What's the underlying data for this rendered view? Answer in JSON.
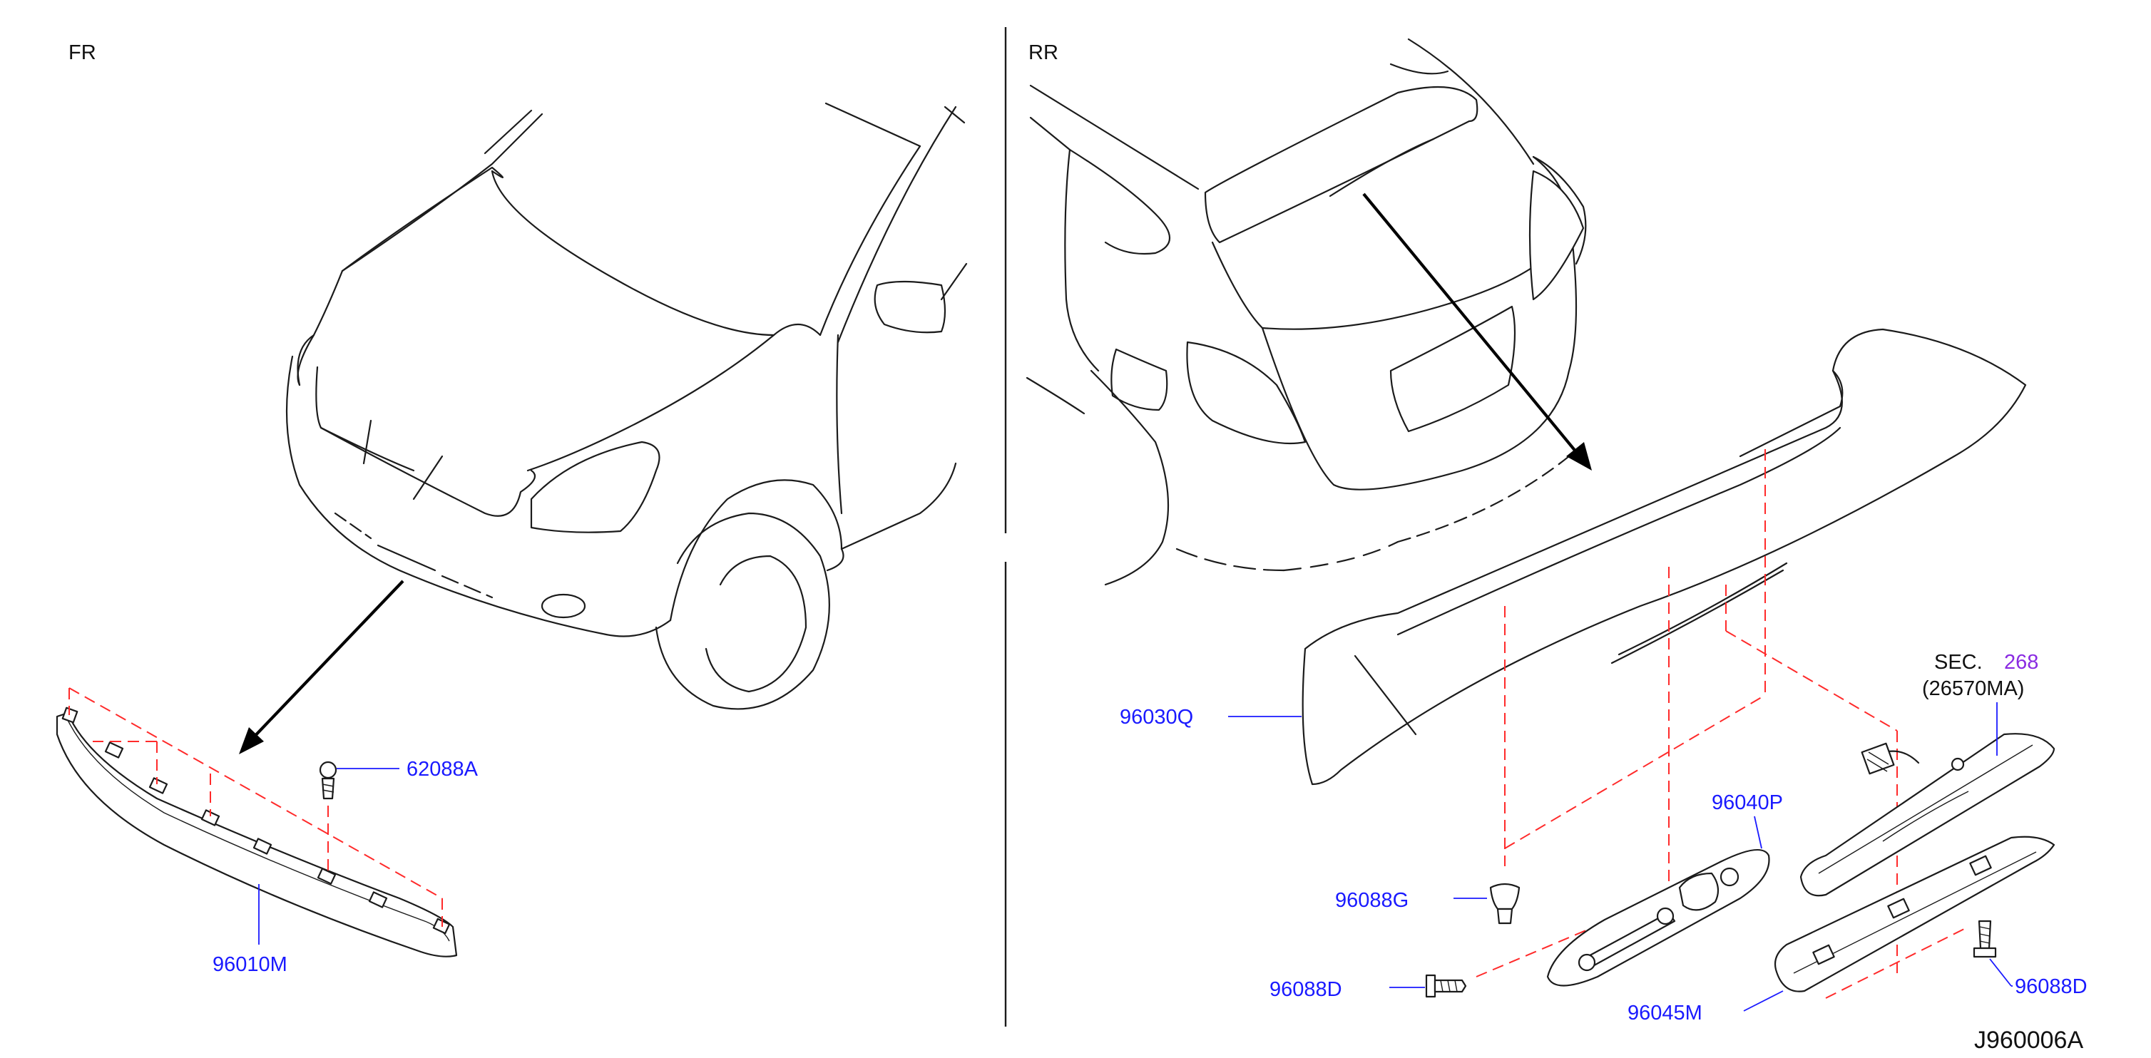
{
  "panels": {
    "front": "FR",
    "rear": "RR"
  },
  "parts": {
    "p96010M": "96010M",
    "p62088A": "62088A",
    "p96030Q": "96030Q",
    "p96040P": "96040P",
    "p96088G": "96088G",
    "p96088D_left": "96088D",
    "p96045M": "96045M",
    "p96088D_right": "96088D"
  },
  "section_ref": {
    "prefix": "SEC.",
    "number": "268",
    "sub": "(26570MA)"
  },
  "diagram_id": "J960006A",
  "colors": {
    "callout": "#1a1aff",
    "dashed_guide": "#ff2a2a",
    "section_link": "#8a2be2",
    "ink": "#1b1b1b"
  }
}
